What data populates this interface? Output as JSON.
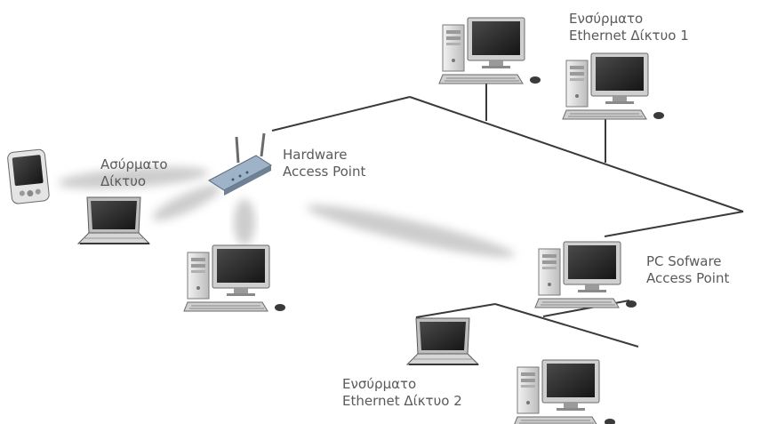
{
  "labels": {
    "ethernet1": {
      "line1": "Ενσύρματο",
      "line2": "Ethernet Δίκτυο 1"
    },
    "wireless": {
      "line1": "Ασύρματο",
      "line2": "Δίκτυο"
    },
    "hw_ap": {
      "line1": "Hardware",
      "line2": "Access Point"
    },
    "pc_sw_ap": {
      "line1": "PC  Sofware",
      "line2": "Access Point"
    },
    "ethernet2": {
      "line1": "Ενσύρματο",
      "line2": "Ethernet Δίκτυο 2"
    }
  },
  "devices": [
    {
      "type": "desktop",
      "name": "desktop-top-center"
    },
    {
      "type": "desktop",
      "name": "desktop-top-right"
    },
    {
      "type": "pda",
      "name": "pda"
    },
    {
      "type": "access-point",
      "name": "hardware-access-point"
    },
    {
      "type": "laptop",
      "name": "laptop-wireless"
    },
    {
      "type": "desktop",
      "name": "desktop-wireless"
    },
    {
      "type": "desktop",
      "name": "desktop-software-ap"
    },
    {
      "type": "laptop",
      "name": "laptop-ethernet2"
    },
    {
      "type": "desktop",
      "name": "desktop-ethernet2"
    }
  ],
  "colors": {
    "line": "#3a3a3a",
    "label": "#5a5a5a",
    "signal": "#bdbdbd",
    "screen": "#2b2b2b",
    "case": "#d9d9d9"
  }
}
